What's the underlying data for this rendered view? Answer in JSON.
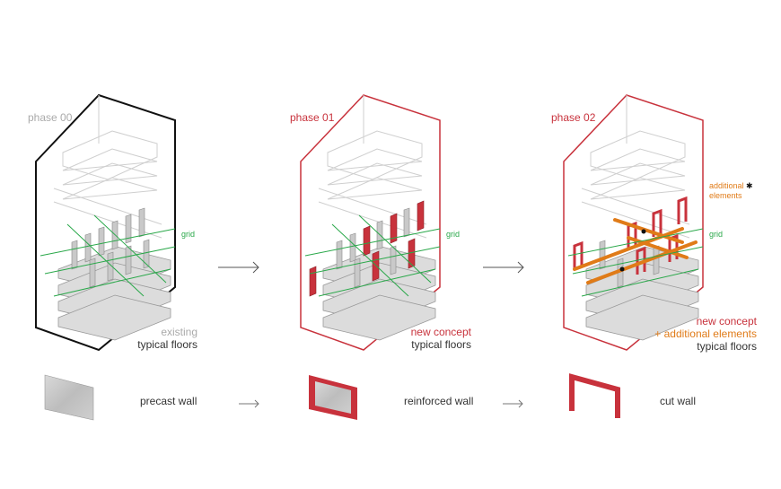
{
  "colors": {
    "grey_text": "#aaaaaa",
    "red": "#c8323c",
    "orange": "#e07b18",
    "green": "#2aa84a",
    "dark_text": "#333333",
    "outline_black": "#111111"
  },
  "phases": [
    {
      "title": "phase 00",
      "caption_lines": [
        "existing",
        "typical floors"
      ],
      "grid_label": "grid"
    },
    {
      "title": "phase 01",
      "caption_lines": [
        "new concept",
        "typical floors"
      ],
      "grid_label": "grid"
    },
    {
      "title": "phase 02",
      "caption_lines": [
        "new concept",
        "+ additional elements",
        "typical floors"
      ],
      "grid_label": "grid",
      "note_lines": [
        "additional",
        "elements"
      ],
      "note_marker": "✱"
    }
  ],
  "legend": [
    {
      "label": "precast wall",
      "icon": "precast-wall-panel"
    },
    {
      "label": "reinforced wall",
      "icon": "reinforced-wall-frame"
    },
    {
      "label": "cut wall",
      "icon": "cut-wall-portal"
    }
  ],
  "arrows": [
    "arrow-right",
    "arrow-right"
  ]
}
